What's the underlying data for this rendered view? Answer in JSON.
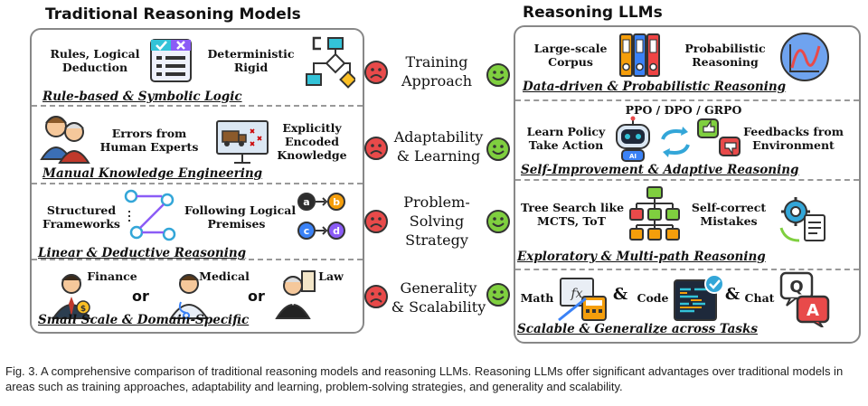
{
  "left": {
    "title": "Traditional Reasoning Models",
    "rows": [
      {
        "labels": [
          "Rules, Logical\nDeduction",
          "Deterministic\nRigid"
        ],
        "category": "Rule-based & Symbolic Logic"
      },
      {
        "labels": [
          "Errors from\nHuman Experts",
          "Explicitly\nEncoded\nKnowledge"
        ],
        "category": "Manual Knowledge Engineering"
      },
      {
        "labels": [
          "Structured\nFrameworks",
          "Following Logical\nPremises"
        ],
        "category": "Linear & Deductive Reasoning"
      },
      {
        "labels": [
          "Finance",
          "Medical",
          "Law"
        ],
        "or": "or",
        "category": "Small Scale & Domain-Specific"
      }
    ]
  },
  "middle": {
    "items": [
      "Training\nApproach",
      "Adaptability\n& Learning",
      "Problem-\nSolving\nStrategy",
      "Generality\n& Scalability"
    ]
  },
  "right": {
    "title": "Reasoning LLMs",
    "rows": [
      {
        "labels": [
          "Large-scale\nCorpus",
          "Probabilistic\nReasoning"
        ],
        "category": "Data-driven & Probabilistic Reasoning"
      },
      {
        "labels": [
          "PPO / DPO / GRPO",
          "Learn Policy\nTake Action",
          "Feedbacks from\nEnvironment"
        ],
        "category": "Self-Improvement  & Adaptive Reasoning"
      },
      {
        "labels": [
          "Tree Search like\nMCTS, ToT",
          "Self-correct\nMistakes"
        ],
        "category": "Exploratory & Multi-path Reasoning"
      },
      {
        "labels": [
          "Math",
          "&",
          "Code",
          "&",
          "Chat"
        ],
        "category": "Scalable & Generalize across Tasks"
      }
    ]
  },
  "icons": {
    "faces": [
      "sad-face-icon",
      "happy-face-icon"
    ],
    "colors": {
      "sad": "#e84a4a",
      "happy": "#7fcf3f",
      "border": "#888888"
    }
  },
  "caption": "Fig. 3. A comprehensive comparison of traditional reasoning models and reasoning LLMs. Reasoning LLMs offer significant advantages over traditional models in areas such as training approaches, adaptability and learning, problem-solving strategies, and generality and scalability."
}
